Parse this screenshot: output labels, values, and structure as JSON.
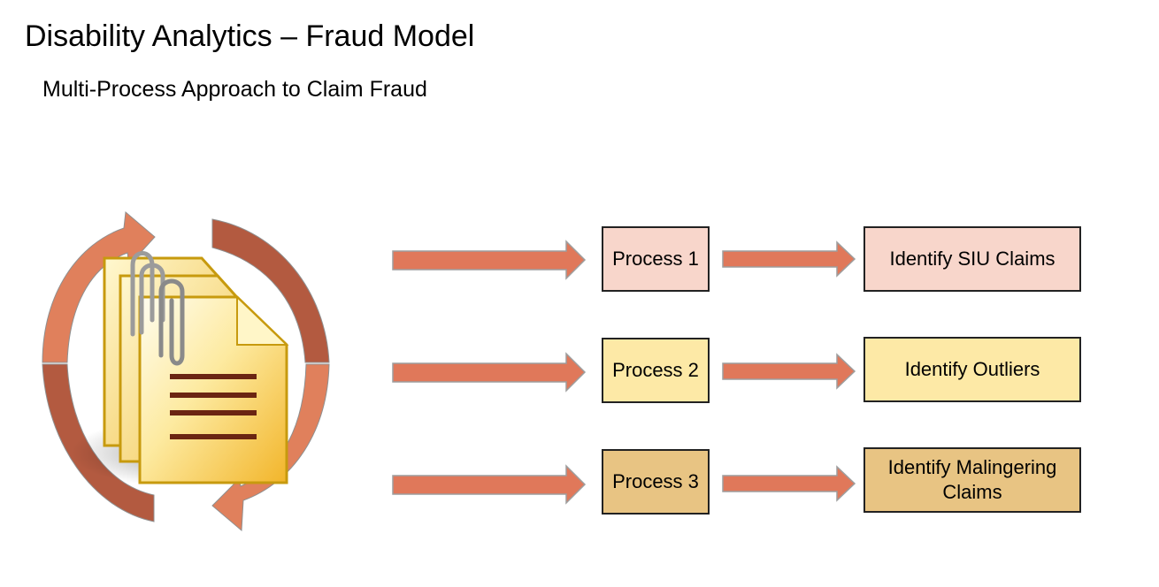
{
  "header": {
    "title": "Disability Analytics – Fraud Model",
    "subtitle": "Multi-Process Approach to Claim Fraud"
  },
  "colors": {
    "arrow_fill": "#e0785a",
    "arrow_stroke": "#9e9e9e",
    "cycle_dark": "#b35a40",
    "cycle_light": "#e0805c",
    "process_1_fill": "#f8d6cb",
    "process_2_fill": "#fde9a6",
    "process_3_fill": "#e8c483",
    "document_fill": "#fde68a",
    "document_border": "#c79a0e",
    "text_lines": "#6b2512"
  },
  "icons": {
    "left_graphic": "documents-with-paperclips-cycle-icon"
  },
  "processes": [
    {
      "label": "Process 1",
      "result": "Identify SIU Claims"
    },
    {
      "label": "Process 2",
      "result": "Identify Outliers"
    },
    {
      "label": "Process 3",
      "result": "Identify Malingering Claims"
    }
  ]
}
